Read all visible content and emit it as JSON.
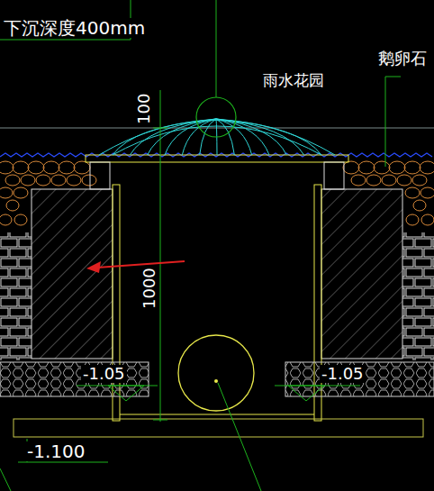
{
  "diagram": {
    "labels": [
      "下沉深度400mm",
      "雨水花园",
      "鹅卵石",
      "100",
      "1000",
      "-1.05",
      "-1.05",
      "-1.100"
    ]
  }
}
